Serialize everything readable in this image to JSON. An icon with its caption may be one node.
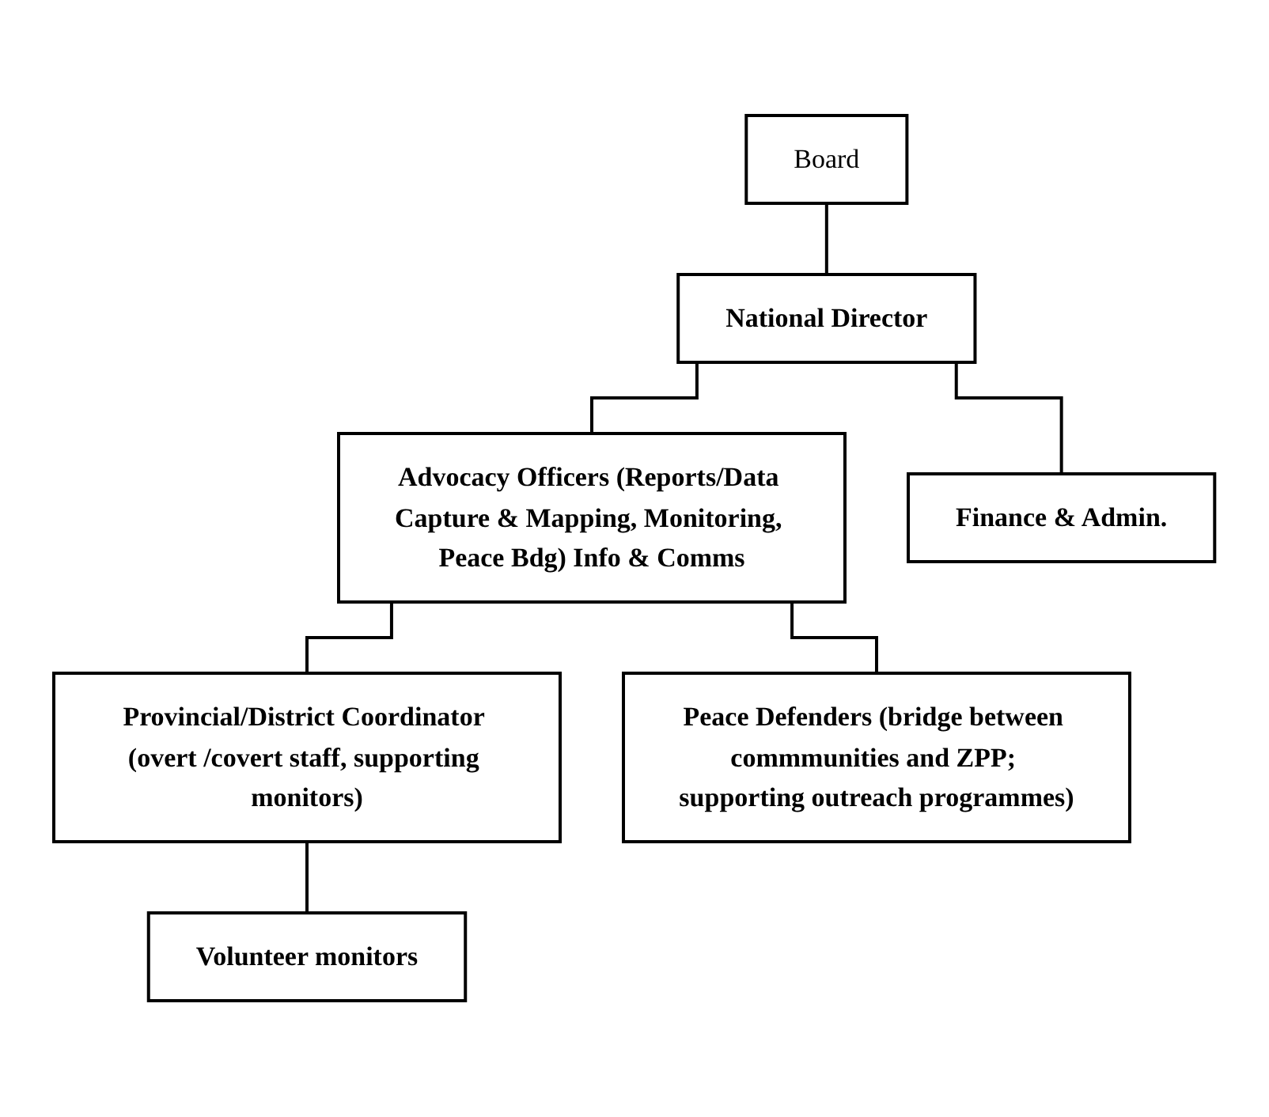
{
  "diagram": {
    "nodes": [
      {
        "text": [
          "Board"
        ]
      },
      {
        "text": [
          "National Director"
        ]
      },
      {
        "text": [
          "Advocacy Officers (Reports/Data Capture & Mapping, Monitoring, Peace Bdg) Info & Comms"
        ]
      },
      {
        "text": [
          "Finance & Admin."
        ]
      },
      {
        "text": [
          "Provincial/District Coordinator (overt /covert staff, supporting monitors)"
        ]
      },
      {
        "text": [
          "Peace Defenders (bridge between commmunities and ZPP; supporting outreach programmes)"
        ]
      },
      {
        "text": [
          "Volunteer monitors"
        ]
      }
    ],
    "edges": [
      {
        "from": 0,
        "to": 1,
        "arrow": "none"
      },
      {
        "from": 1,
        "to": 2,
        "arrow": "none"
      },
      {
        "from": 1,
        "to": 3,
        "arrow": "none"
      },
      {
        "from": 2,
        "to": 4,
        "arrow": "none"
      },
      {
        "from": 2,
        "to": 5,
        "arrow": "none"
      },
      {
        "from": 4,
        "to": 6,
        "arrow": "none"
      }
    ]
  }
}
